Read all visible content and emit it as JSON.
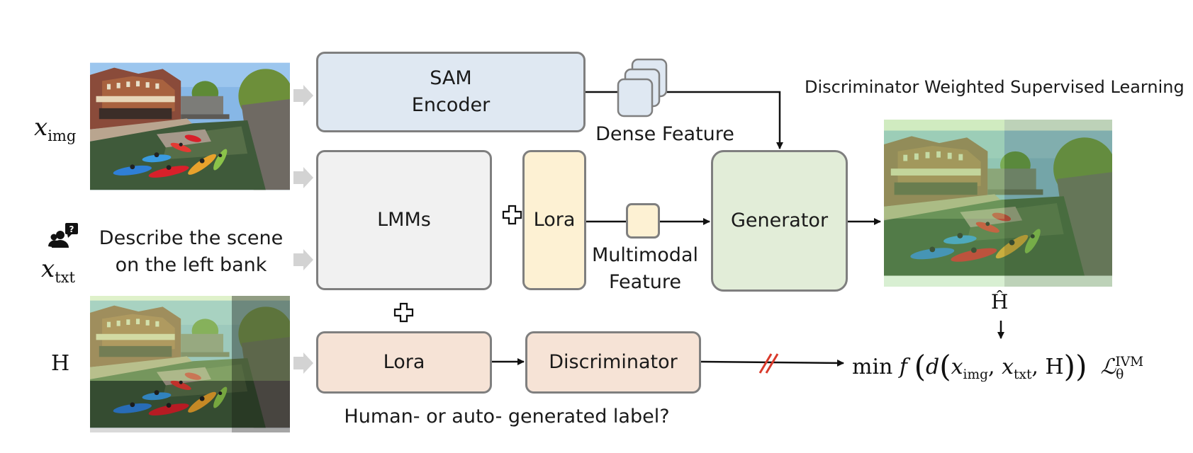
{
  "inputs": {
    "x_img_symbol": "x",
    "x_img_subscript": "img",
    "x_txt_symbol": "x",
    "x_txt_subscript": "txt",
    "h_symbol": "H",
    "prompt_line1": "Describe the scene",
    "prompt_line2": "on the left bank"
  },
  "modules": {
    "sam_line1": "SAM",
    "sam_line2": "Encoder",
    "lmms": "LMMs",
    "lora_top": "Lora",
    "generator": "Generator",
    "lora_bottom": "Lora",
    "discriminator": "Discriminator"
  },
  "labels": {
    "dense_feature": "Dense Feature",
    "multimodal_line1": "Multimodal",
    "multimodal_line2": "Feature",
    "human_or_auto": "Human- or auto- generated label?",
    "dwsl_title": "Discriminator Weighted Supervised Learning",
    "h_hat": "Ĥ"
  },
  "objective": {
    "min": "min",
    "f": "f",
    "d": "d",
    "x1": "x",
    "x1_sub": "img",
    "x2": "x",
    "x2_sub": "txt",
    "h": "H",
    "loss": "ℒ",
    "loss_sub": "θ",
    "loss_sup": "IVM"
  },
  "icons": {
    "frozen": "snowflake-icon",
    "plus": "plus-icon",
    "user_question": "user-question-icon"
  },
  "colors": {
    "sam_fill": "#dfe8f2",
    "lmms_fill": "#f1f1f1",
    "lora_fill": "#fdf1d3",
    "generator_fill": "#e2edd8",
    "discriminator_fill": "#f6e3d6",
    "snowflake": "#5bc8e0",
    "stop_mark": "#d93a2b"
  }
}
